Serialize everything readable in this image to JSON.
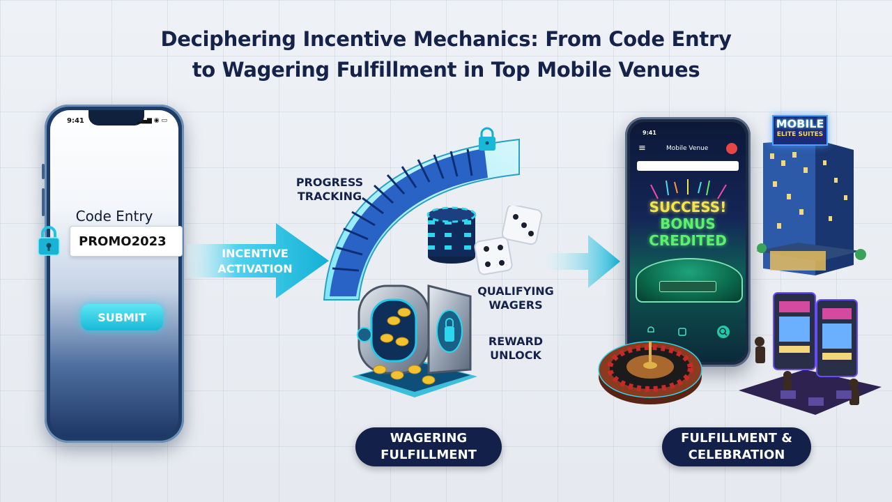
{
  "title": {
    "line1": "Deciphering Incentive Mechanics: From Code Entry",
    "line2": "to Wagering Fulfillment in Top Mobile Venues"
  },
  "left_phone": {
    "time": "9:41",
    "label": "Code Entry",
    "code_value": "PROMO2023",
    "submit_label": "SUBMIT"
  },
  "activation": {
    "line1": "INCENTIVE",
    "line2": "ACTIVATION"
  },
  "progress": {
    "line1": "PROGRESS",
    "line2": "TRACKING"
  },
  "wagers": {
    "line1": "QUALIFYING",
    "line2": "WAGERS"
  },
  "reward": {
    "line1": "REWARD",
    "line2": "UNLOCK"
  },
  "wagering_pill": {
    "line1": "WAGERING",
    "line2": "FULFILLMENT"
  },
  "celebration_pill": {
    "line1": "FULFILLMENT &",
    "line2": "CELEBRATION"
  },
  "right_phone": {
    "time": "9:41",
    "app_title": "Mobile Venue",
    "success_line1": "SUCCESS!",
    "success_line2": "BONUS",
    "success_line3": "CREDITED"
  },
  "building_sign": {
    "line1": "MOBILE",
    "line2": "ELITE SUITES"
  },
  "colors": {
    "navy": "#15224a",
    "cyan": "#17b9d5",
    "success_yellow": "#f3e64a",
    "success_green": "#5df06d"
  }
}
